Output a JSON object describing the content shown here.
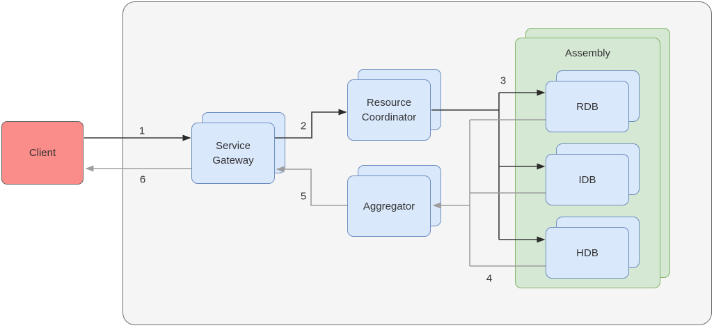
{
  "nodes": {
    "client": {
      "label": "Client"
    },
    "service_gateway": {
      "line1": "Service",
      "line2": "Gateway"
    },
    "resource_coordinator": {
      "line1": "Resource",
      "line2": "Coordinator"
    },
    "aggregator": {
      "label": "Aggregator"
    },
    "assembly": {
      "label": "Assembly"
    },
    "rdb": {
      "label": "RDB"
    },
    "idb": {
      "label": "IDB"
    },
    "hdb": {
      "label": "HDB"
    }
  },
  "edges": [
    {
      "label": "1",
      "from": "Client",
      "to": "Service Gateway",
      "style": "dark"
    },
    {
      "label": "2",
      "from": "Service Gateway",
      "to": "Resource Coordinator",
      "style": "dark"
    },
    {
      "label": "3",
      "from": "Resource Coordinator",
      "to": "RDB, IDB, HDB",
      "style": "dark"
    },
    {
      "label": "4",
      "from": "RDB, IDB, HDB",
      "to": "Aggregator",
      "style": "gray"
    },
    {
      "label": "5",
      "from": "Aggregator",
      "to": "Service Gateway",
      "style": "gray"
    },
    {
      "label": "6",
      "from": "Service Gateway",
      "to": "Client",
      "style": "gray"
    }
  ],
  "colors": {
    "node_fill": "#dae8fc",
    "node_stroke": "#6c8ebf",
    "group_fill": "#d5e8d4",
    "group_stroke": "#82b366",
    "client_fill": "#fa8c89",
    "client_stroke": "#636363",
    "boundary_fill": "#f5f5f5",
    "boundary_stroke": "#6e6e6e",
    "arrow_dark": "#3a3a3a",
    "arrow_gray": "#9e9e9e"
  }
}
